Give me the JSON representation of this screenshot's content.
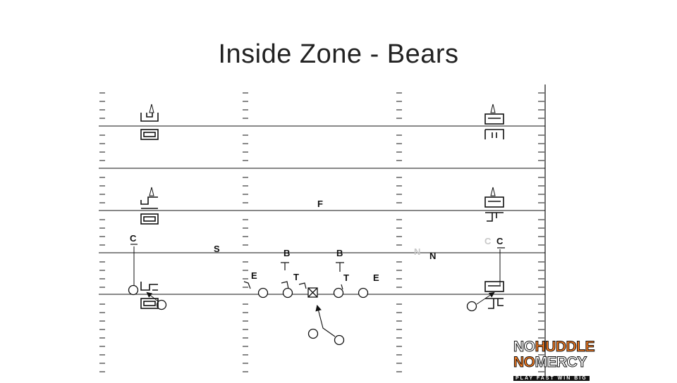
{
  "slide": {
    "title": "Inside Zone - Bears"
  },
  "labels": {
    "corner_left": "C",
    "safety": "S",
    "free_safety": "F",
    "linebacker_left": "B",
    "linebacker_right": "B",
    "end_left": "E",
    "tackle_left": "T",
    "tackle_right": "T",
    "end_right": "E",
    "nickel_ghost": "N",
    "nickel": "N",
    "corner_right_ghost": "C",
    "corner_right": "C"
  },
  "logo": {
    "line1_a": "NO",
    "line1_b": "HUDDLE",
    "line2_a": "NO",
    "line2_b": "MERCY",
    "tagline": "PLAY FAST WIN BIG"
  },
  "colors": {
    "ink": "#111111",
    "logo_accent": "#f47a20",
    "ghost_text": "#c8c8c8"
  }
}
